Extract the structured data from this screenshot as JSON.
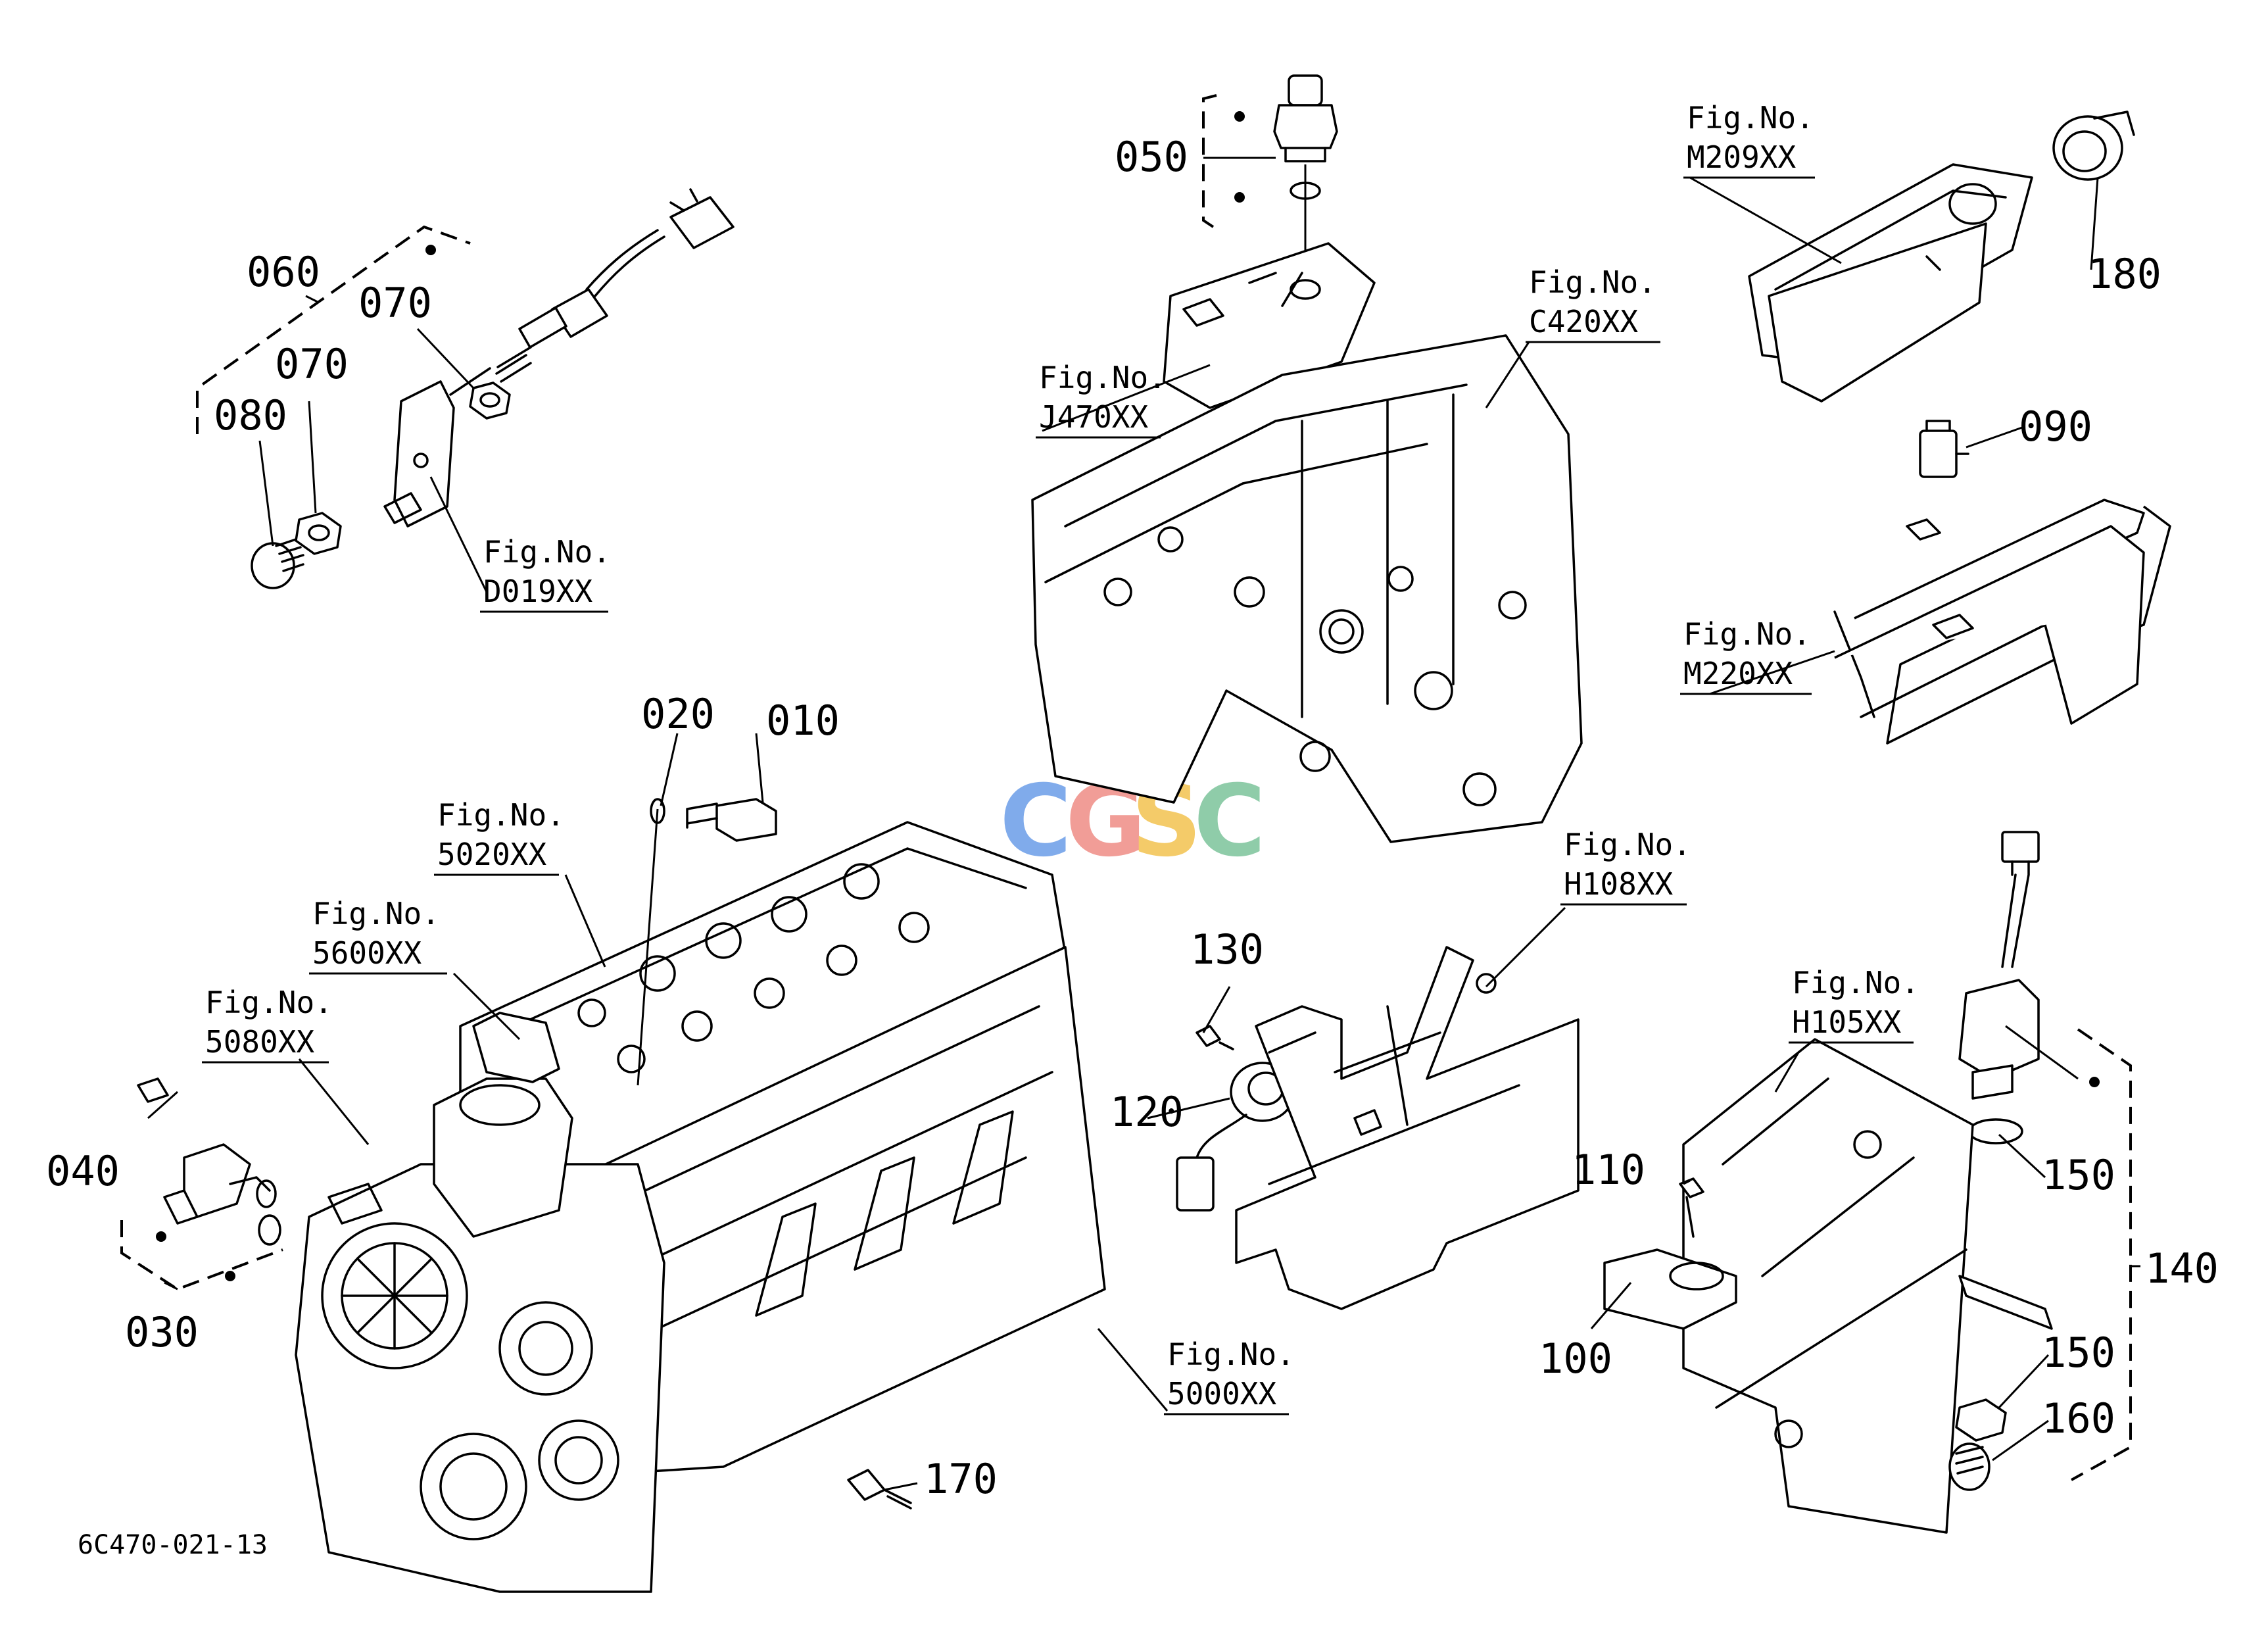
{
  "diagram_code": "6C470-021-13",
  "watermark": {
    "text": "CGSC",
    "colors": [
      "#6b9de8",
      "#ef8d85",
      "#f3c34f",
      "#7cc49b"
    ]
  },
  "callouts": {
    "c010": "010",
    "c020": "020",
    "c030": "030",
    "c040": "040",
    "c050": "050",
    "c060": "060",
    "c070a": "070",
    "c070b": "070",
    "c080": "080",
    "c090": "090",
    "c100": "100",
    "c110": "110",
    "c120": "120",
    "c130": "130",
    "c140": "140",
    "c150a": "150",
    "c150b": "150",
    "c160": "160",
    "c170": "170",
    "c180": "180"
  },
  "figure_refs": {
    "fig_label": "Fig.No.",
    "D019": "D019XX",
    "J470": "J470XX",
    "C420": "C420XX",
    "M209": "M209XX",
    "M220": "M220XX",
    "5020": "5020XX",
    "5600": "5600XX",
    "5080": "5080XX",
    "H108": "H108XX",
    "H105": "H105XX",
    "5000": "5000XX"
  }
}
